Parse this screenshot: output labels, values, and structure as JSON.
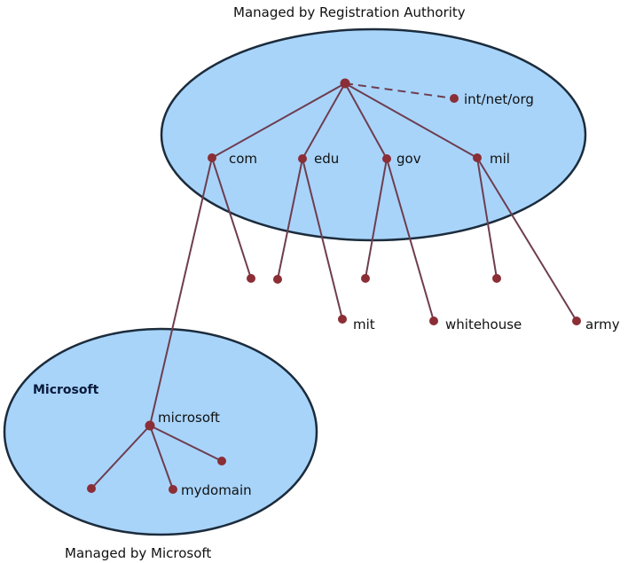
{
  "title_top": "Managed by Registration Authority",
  "title_bottom": "Managed by Microsoft",
  "zone_label": "Microsoft",
  "nodes": {
    "int": "int/net/org",
    "com": "com",
    "edu": "edu",
    "gov": "gov",
    "mil": "mil",
    "mit": "mit",
    "whitehouse": "whitehouse",
    "army": "army",
    "microsoft": "microsoft",
    "mydomain": "mydomain"
  },
  "colors": {
    "zone_fill": "#a8d4fa",
    "zone_stroke": "#1c2c3c",
    "node": "#8b2e36",
    "edge": "#6e3d4f"
  }
}
